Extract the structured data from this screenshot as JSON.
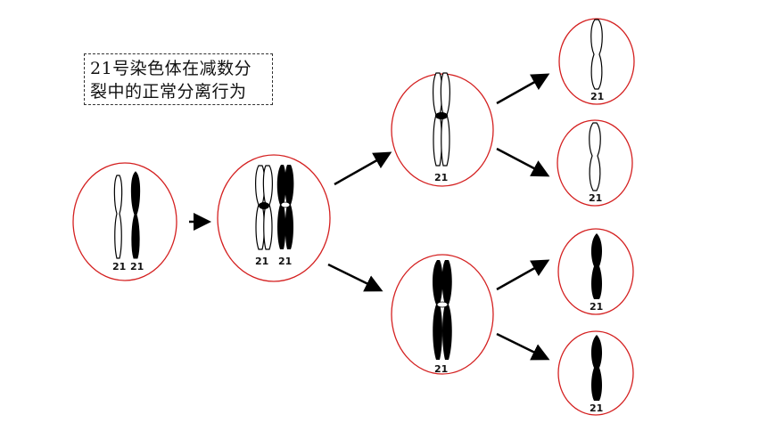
{
  "caption": {
    "line1": "21号染色体在减数分",
    "line2": "裂中的正常分离行为"
  },
  "chromosome_label": "21",
  "colors": {
    "circle": "#d42020",
    "chromosome": "#000000",
    "arrow": "#000000"
  }
}
